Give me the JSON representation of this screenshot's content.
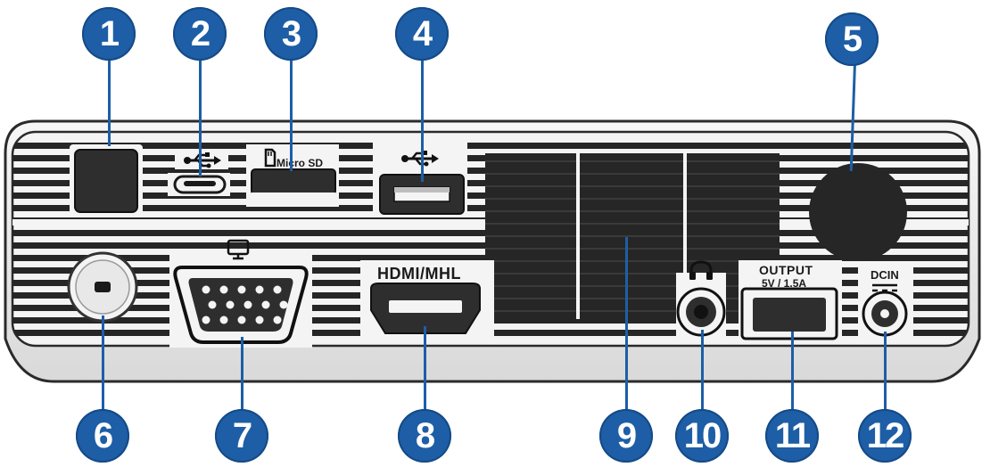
{
  "callouts": {
    "c1": "1",
    "c2": "2",
    "c3": "3",
    "c4": "4",
    "c5": "5",
    "c6": "6",
    "c7": "7",
    "c8": "8",
    "c9": "9",
    "c10": "10",
    "c11": "11",
    "c12": "12"
  },
  "labels": {
    "micro_sd": "Micro SD",
    "hdmi": "HDMI/MHL",
    "output_line1": "OUTPUT",
    "output_line2": "5V / 1.5A",
    "dcin": "DCIN"
  },
  "colors": {
    "callout_fill": "#1d5ea6",
    "body_light": "#f2f2f2",
    "body_dark": "#222222",
    "port_dark": "#2e2e2e"
  },
  "icons": {
    "usb": "usb-icon",
    "sd": "sd-card-icon",
    "vga": "monitor-icon",
    "headphone": "headphone-icon",
    "dc": "dc-polarity-icon"
  }
}
